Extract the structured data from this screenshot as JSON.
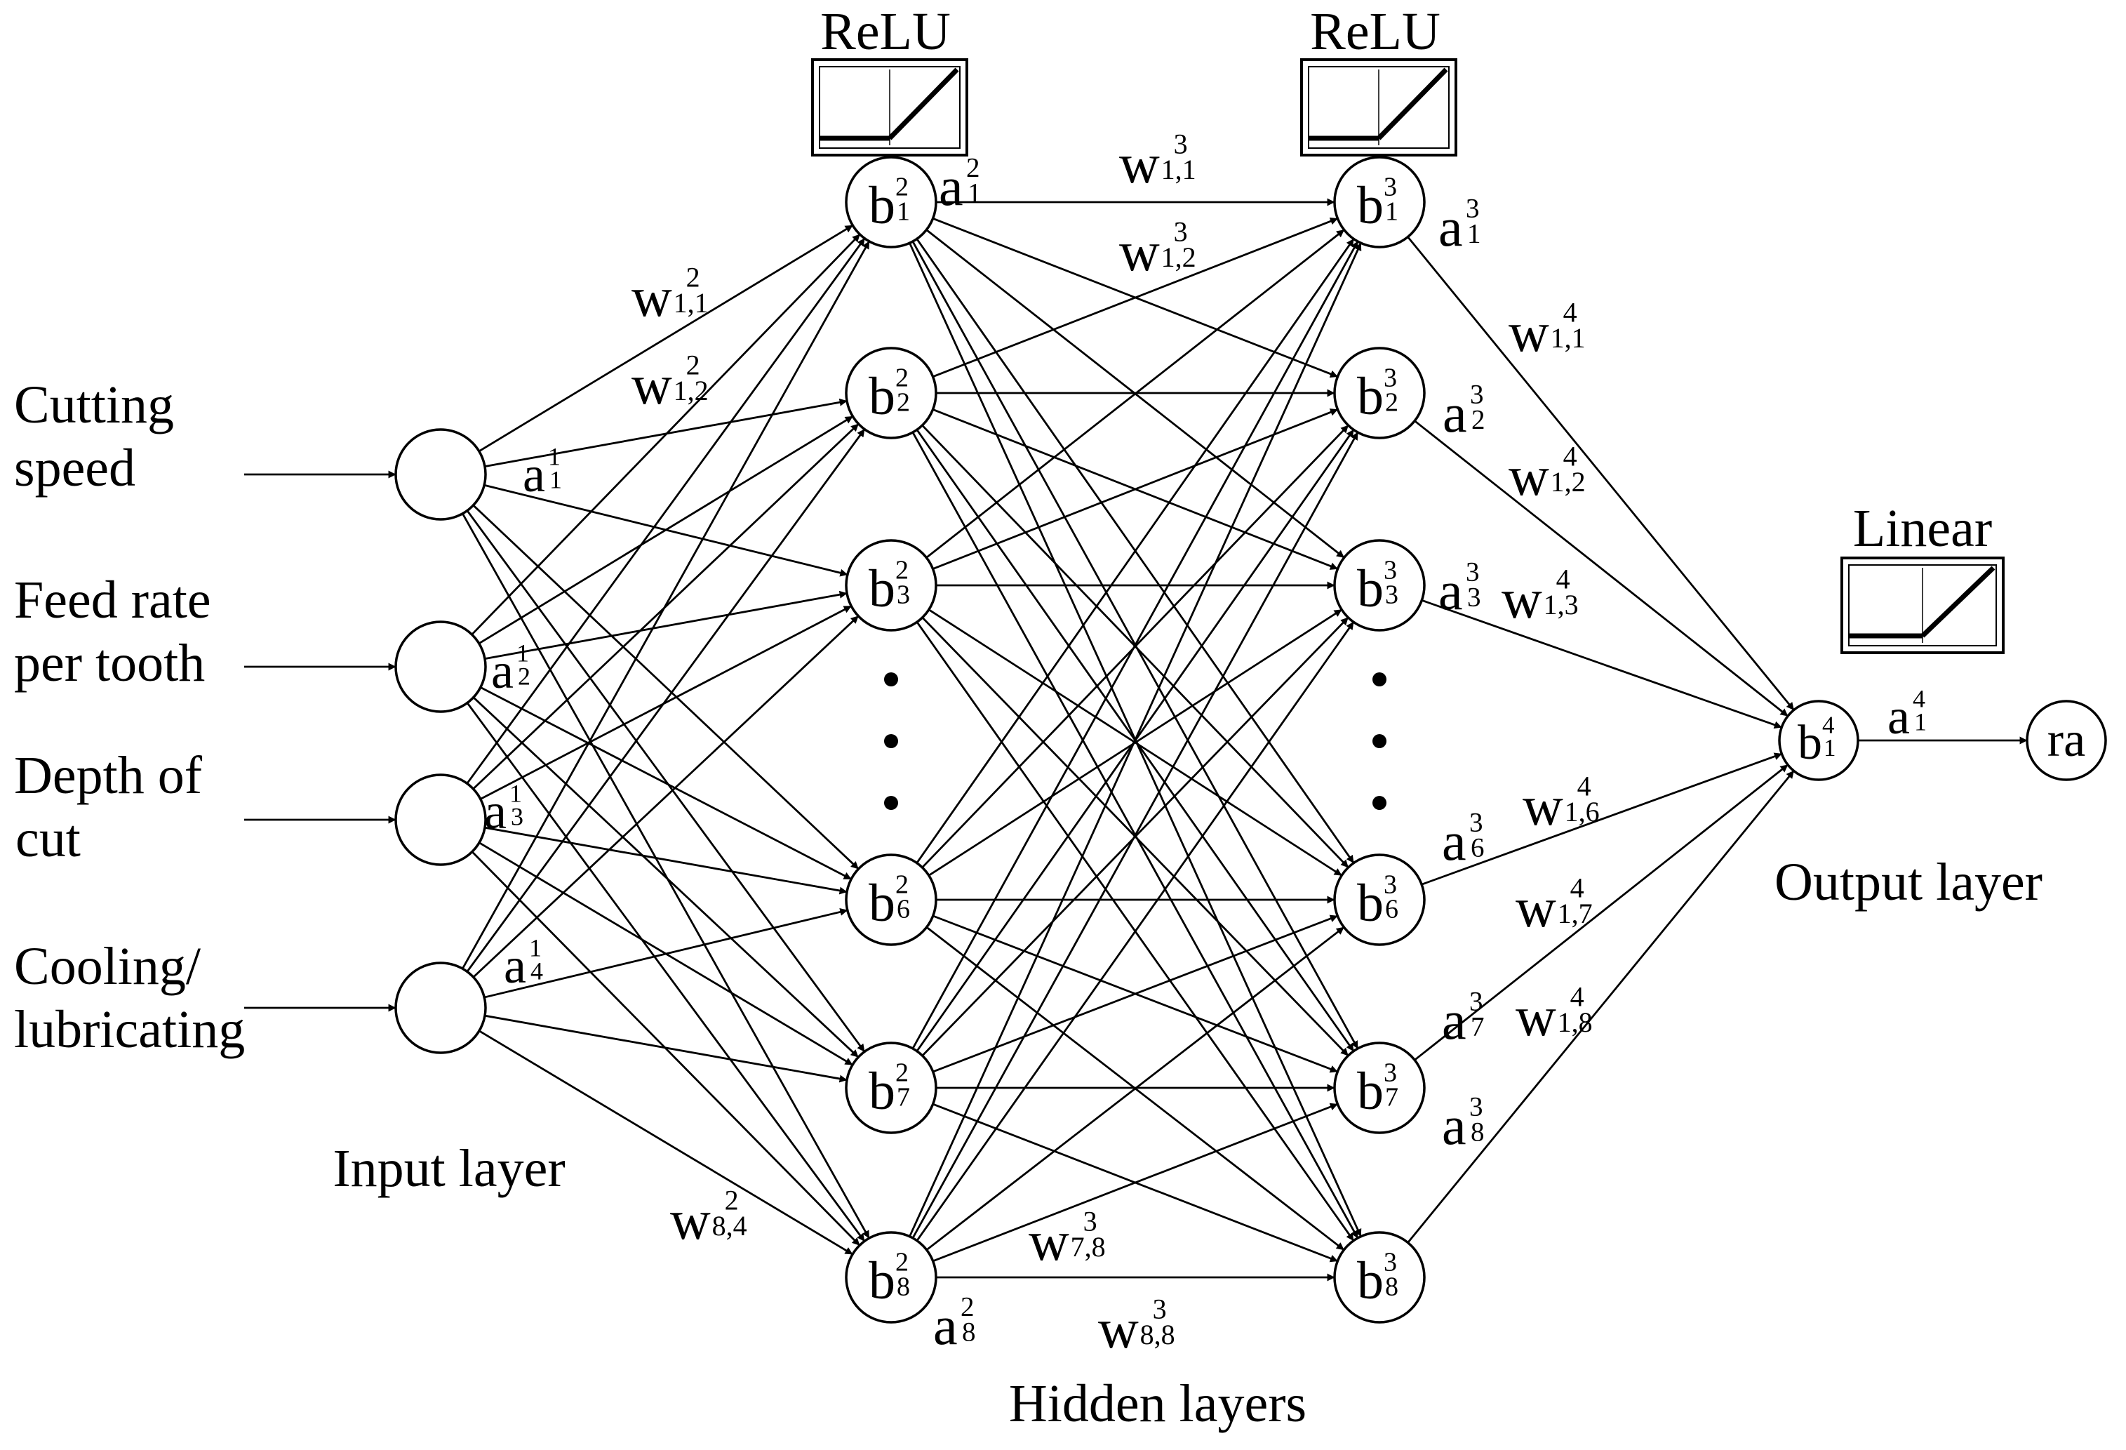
{
  "inputs": [
    "Cutting|speed",
    "Feed rate|per tooth",
    "Depth of|cut",
    "Cooling/|lubricating"
  ],
  "layer_titles": {
    "input": "Input layer",
    "hidden": "Hidden layers",
    "output": "Output layer"
  },
  "activations": {
    "hidden1": "ReLU",
    "hidden2": "ReLU",
    "output": "Linear"
  },
  "output_label": "ra",
  "hidden_indices": [
    "1",
    "2",
    "3",
    "6",
    "7",
    "8"
  ],
  "bias_base": "b",
  "activation_base": "a",
  "weight_base": "w",
  "weight_labels": [
    {
      "sup": "2",
      "sub": "1,1"
    },
    {
      "sup": "2",
      "sub": "1,2"
    },
    {
      "sup": "2",
      "sub": "8,4"
    },
    {
      "sup": "3",
      "sub": "1,1"
    },
    {
      "sup": "3",
      "sub": "1,2"
    },
    {
      "sup": "3",
      "sub": "7,8"
    },
    {
      "sup": "3",
      "sub": "8,8"
    },
    {
      "sup": "4",
      "sub": "1,1"
    },
    {
      "sup": "4",
      "sub": "1,2"
    },
    {
      "sup": "4",
      "sub": "1,3"
    },
    {
      "sup": "4",
      "sub": "1,6"
    },
    {
      "sup": "4",
      "sub": "1,7"
    },
    {
      "sup": "4",
      "sub": "1,8"
    }
  ],
  "output_activation": {
    "sup": "4",
    "sub": "1"
  }
}
